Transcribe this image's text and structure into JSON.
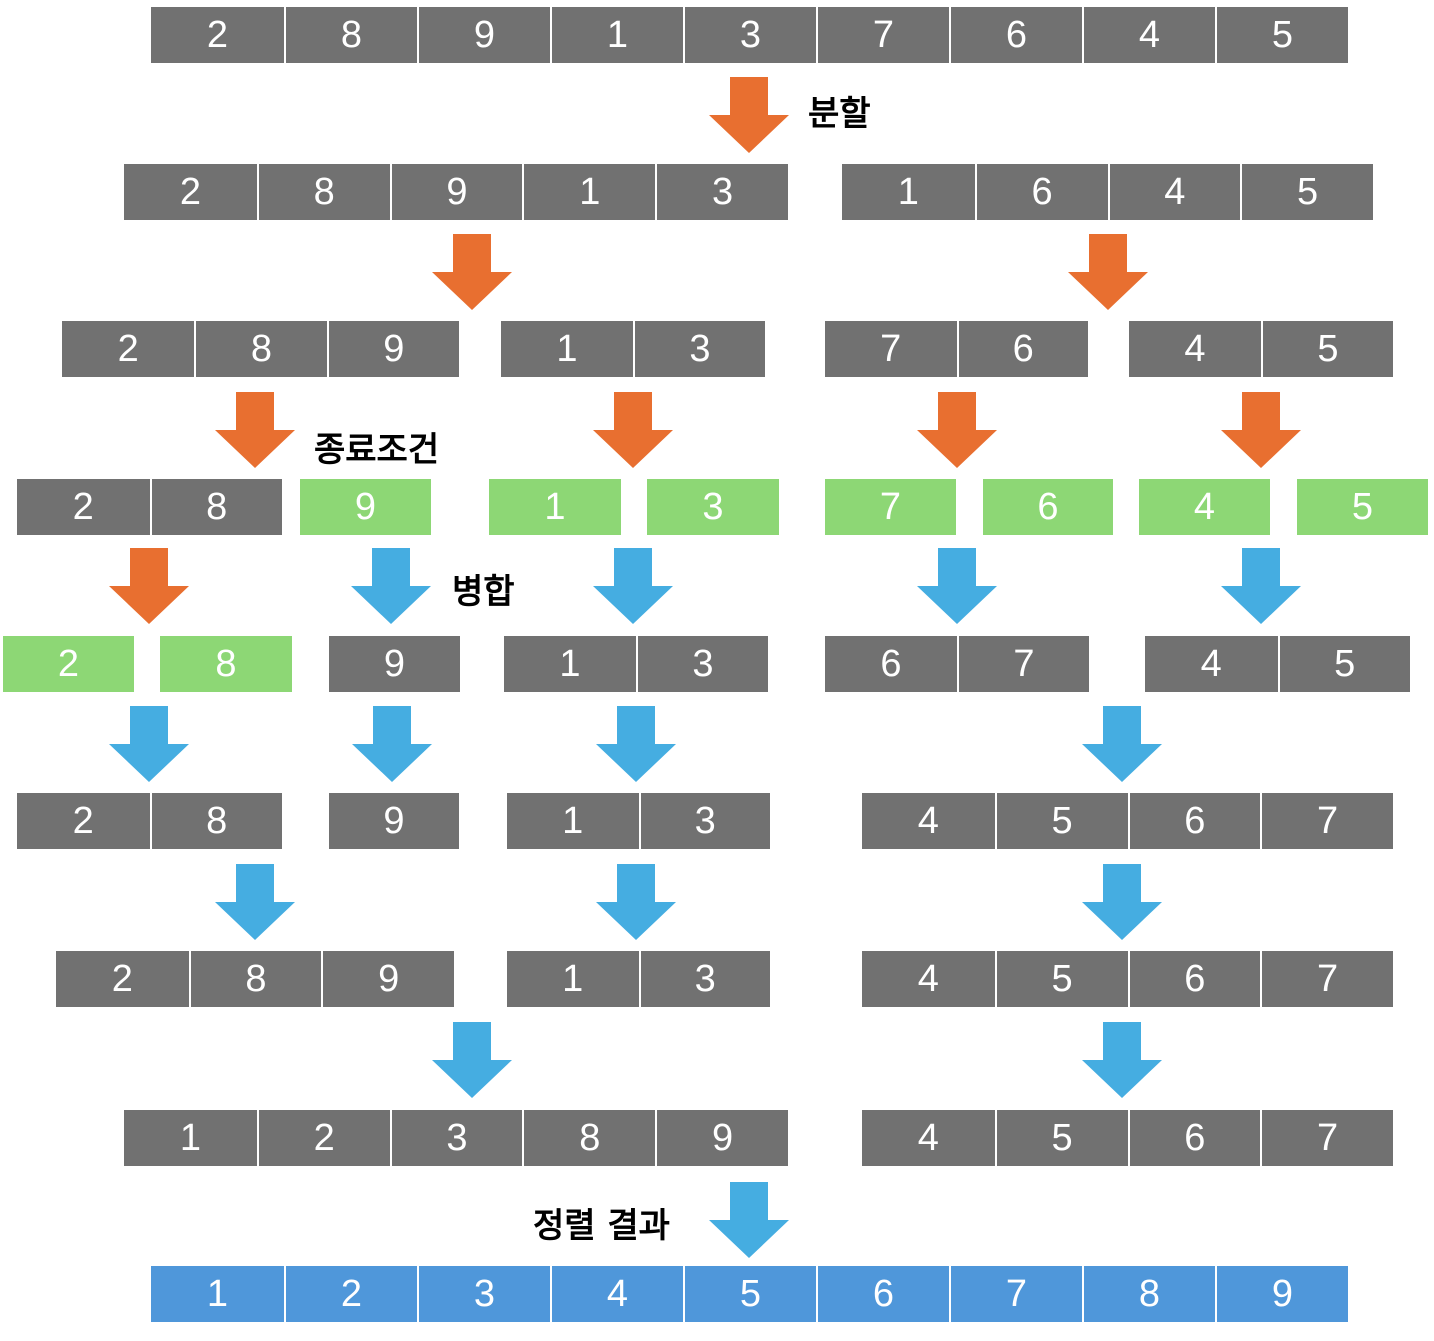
{
  "colors": {
    "gray": "#717171",
    "green": "#8dd775",
    "blue": "#4f97da",
    "orange": "#e86f30",
    "sky": "#45ade1"
  },
  "labels": {
    "split": "분할",
    "end_condition": "종료조건",
    "merge": "병합",
    "result": "정렬 결과"
  },
  "rows": [
    {
      "stage": "input",
      "groups": [
        {
          "values": [
            "2",
            "8",
            "9",
            "1",
            "3",
            "7",
            "6",
            "4",
            "5"
          ],
          "color": "gray"
        }
      ]
    },
    {
      "stage": "split-1",
      "groups": [
        {
          "values": [
            "2",
            "8",
            "9",
            "1",
            "3"
          ],
          "color": "gray"
        },
        {
          "values": [
            "1",
            "6",
            "4",
            "5"
          ],
          "color": "gray"
        }
      ]
    },
    {
      "stage": "split-2",
      "groups": [
        {
          "values": [
            "2",
            "8",
            "9"
          ],
          "color": "gray"
        },
        {
          "values": [
            "1",
            "3"
          ],
          "color": "gray"
        },
        {
          "values": [
            "7",
            "6"
          ],
          "color": "gray"
        },
        {
          "values": [
            "4",
            "5"
          ],
          "color": "gray"
        }
      ]
    },
    {
      "stage": "split-3",
      "groups": [
        {
          "values": [
            "2",
            "8"
          ],
          "color": "gray"
        },
        {
          "values": [
            "9"
          ],
          "color": "green"
        },
        {
          "values": [
            "1"
          ],
          "color": "green"
        },
        {
          "values": [
            "3"
          ],
          "color": "green"
        },
        {
          "values": [
            "7"
          ],
          "color": "green"
        },
        {
          "values": [
            "6"
          ],
          "color": "green"
        },
        {
          "values": [
            "4"
          ],
          "color": "green"
        },
        {
          "values": [
            "5"
          ],
          "color": "green"
        }
      ]
    },
    {
      "stage": "split-4-merge-1",
      "groups": [
        {
          "values": [
            "2"
          ],
          "color": "green"
        },
        {
          "values": [
            "8"
          ],
          "color": "green"
        },
        {
          "values": [
            "9"
          ],
          "color": "gray"
        },
        {
          "values": [
            "1",
            "3"
          ],
          "color": "gray"
        },
        {
          "values": [
            "6",
            "7"
          ],
          "color": "gray"
        },
        {
          "values": [
            "4",
            "5"
          ],
          "color": "gray"
        }
      ]
    },
    {
      "stage": "merge-2",
      "groups": [
        {
          "values": [
            "2",
            "8"
          ],
          "color": "gray"
        },
        {
          "values": [
            "9"
          ],
          "color": "gray"
        },
        {
          "values": [
            "1",
            "3"
          ],
          "color": "gray"
        },
        {
          "values": [
            "4",
            "5",
            "6",
            "7"
          ],
          "color": "gray"
        }
      ]
    },
    {
      "stage": "merge-3",
      "groups": [
        {
          "values": [
            "2",
            "8",
            "9"
          ],
          "color": "gray"
        },
        {
          "values": [
            "1",
            "3"
          ],
          "color": "gray"
        },
        {
          "values": [
            "4",
            "5",
            "6",
            "7"
          ],
          "color": "gray"
        }
      ]
    },
    {
      "stage": "merge-4",
      "groups": [
        {
          "values": [
            "1",
            "2",
            "3",
            "8",
            "9"
          ],
          "color": "gray"
        },
        {
          "values": [
            "4",
            "5",
            "6",
            "7"
          ],
          "color": "gray"
        }
      ]
    },
    {
      "stage": "result",
      "groups": [
        {
          "values": [
            "1",
            "2",
            "3",
            "4",
            "5",
            "6",
            "7",
            "8",
            "9"
          ],
          "color": "blue"
        }
      ]
    }
  ],
  "arrows": [
    {
      "kind": "split",
      "color": "orange"
    },
    {
      "kind": "split",
      "color": "orange"
    },
    {
      "kind": "split",
      "color": "orange"
    },
    {
      "kind": "split",
      "color": "orange"
    },
    {
      "kind": "split",
      "color": "orange"
    },
    {
      "kind": "split",
      "color": "orange"
    },
    {
      "kind": "split",
      "color": "orange"
    },
    {
      "kind": "split",
      "color": "orange"
    },
    {
      "kind": "merge",
      "color": "sky"
    },
    {
      "kind": "merge",
      "color": "sky"
    },
    {
      "kind": "merge",
      "color": "sky"
    },
    {
      "kind": "merge",
      "color": "sky"
    },
    {
      "kind": "merge",
      "color": "sky"
    },
    {
      "kind": "merge",
      "color": "sky"
    },
    {
      "kind": "merge",
      "color": "sky"
    },
    {
      "kind": "merge",
      "color": "sky"
    },
    {
      "kind": "merge",
      "color": "sky"
    },
    {
      "kind": "merge",
      "color": "sky"
    },
    {
      "kind": "merge",
      "color": "sky"
    },
    {
      "kind": "merge",
      "color": "sky"
    },
    {
      "kind": "merge",
      "color": "sky"
    },
    {
      "kind": "merge",
      "color": "sky"
    }
  ]
}
